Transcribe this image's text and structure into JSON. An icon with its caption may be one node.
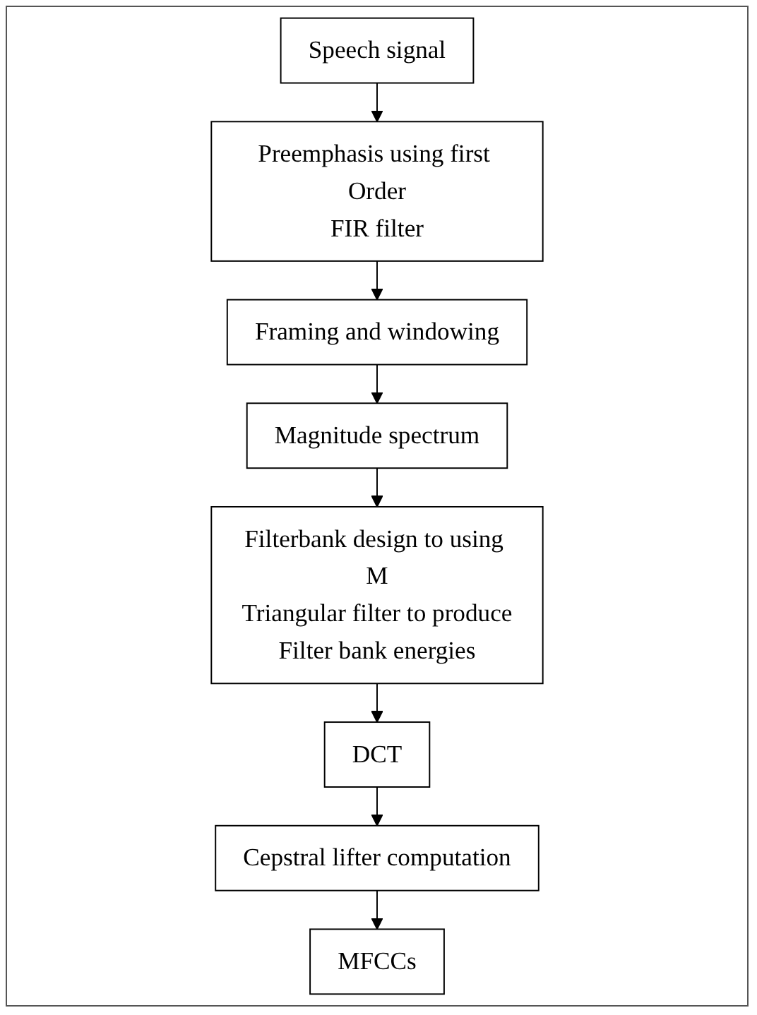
{
  "diagram": {
    "nodes": [
      {
        "text": [
          "Speech signal"
        ]
      },
      {
        "text": [
          "Preemphasis using first Order FIR filter"
        ]
      },
      {
        "text": [
          "Framing and windowing"
        ]
      },
      {
        "text": [
          "Magnitude spectrum"
        ]
      },
      {
        "text": [
          "Filterbank design to using M Triangular filter to produce Filter bank energies"
        ]
      },
      {
        "text": [
          "DCT"
        ]
      },
      {
        "text": [
          "Cepstral lifter computation"
        ]
      },
      {
        "text": [
          "MFCCs"
        ]
      }
    ],
    "edges": [
      {
        "from": 0,
        "to": 1,
        "arrow": "to"
      },
      {
        "from": 1,
        "to": 2,
        "arrow": "to"
      },
      {
        "from": 2,
        "to": 3,
        "arrow": "to"
      },
      {
        "from": 3,
        "to": 4,
        "arrow": "to"
      },
      {
        "from": 4,
        "to": 5,
        "arrow": "to"
      },
      {
        "from": 5,
        "to": 6,
        "arrow": "to"
      },
      {
        "from": 6,
        "to": 7,
        "arrow": "to"
      }
    ]
  }
}
